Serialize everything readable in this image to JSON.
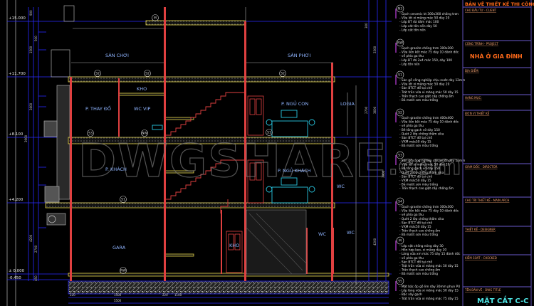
{
  "drawing": {
    "elevations": [
      "+15.000",
      "+11.700",
      "+8.100",
      "+4.200",
      "± 0.000",
      "-0.450"
    ],
    "rooms": {
      "san_choi": "SÂN CHƠI",
      "san_phoi": "SÂN PHƠI",
      "kho_top": "KHO",
      "p_thay_do": "P. THAY ĐỒ",
      "wc_vip": "WC VIP",
      "p_ngu_con": "P. NGỦ CON",
      "logia": "LOGIA",
      "p_khach": "P. KHÁCH",
      "p_ngu_khach": "P. NGỦ KHÁCH",
      "wc_mid": "WC",
      "gara": "GARA",
      "kho_bottom": "KHO",
      "wc_bottom_1": "WC",
      "wc_bottom_2": "WC"
    },
    "floor_tags": [
      "M",
      "S2",
      "S2",
      "S3",
      "NW",
      "S1",
      "S2",
      "S1",
      "NW"
    ],
    "dimensions_left": [
      "900",
      "500",
      "1500",
      "3600",
      "3900",
      "4200",
      "2700",
      "450"
    ],
    "dimensions_right": [
      "300",
      "2700",
      "3300",
      "3600",
      "3900",
      "4200"
    ],
    "dimensions_bottom": [
      "220",
      "1500",
      "5500",
      "1100",
      "220"
    ],
    "watermark": "DWGSHARE",
    "watermark_suffix": ".com"
  },
  "notes": [
    {
      "tag": "N3",
      "lines": [
        "Gạch ceramic kt 300x300 chống trơn",
        "Vữa lót xi măng mác 50 dày 20",
        "Lớp BT đá dăm mác 100",
        "Lớp cát tôn nền dày 50",
        "Lớp cát tôn nền"
      ]
    },
    {
      "tag": "NW",
      "lines": [
        "Gạch granite chống trơn 300x300",
        "Vữa liên kết mác 75 dày 10 đánh dốc",
        "về phía ga thu",
        "Lớp BT đá 2x4 mác 150, dày 100",
        "Lớp tôn nền"
      ]
    },
    {
      "tag": "S1",
      "lines": [
        "Sàn gỗ công nghiệp chịu nước dày 12mm",
        "Vữa lót xi măng mác 50 dày 20",
        "Sàn BTCT đổ tại chỗ",
        "Trát trần vữa xi măng mác 50 dày 15",
        "Trần thạch cao giật cấp chống ẩm",
        "Bả matit sơn màu trắng"
      ]
    },
    {
      "tag": "S2",
      "lines": [
        "Gạch granite chống trơn 400x400",
        "Vữa liên kết mác 75 dày 10 đánh dốc",
        "về phía ga thu",
        "Bê tông gạch vỡ dày 150",
        "Quét 2 lớp chống thấm sika",
        "Sàn BTCT đổ tại chỗ",
        "VXM mác50 dày 15",
        "Bả matit sơn màu trắng"
      ]
    },
    {
      "tag": "S3",
      "lines": [
        "Sàn gỗ công nghiệp chịu nước dày 12mm",
        "Vữa lót xi măng mác 50 dày 20",
        "Bê tông gạch vỡ dày 150",
        "Quét 2 lớp chống thấm sika",
        "Sàn BTCT đổ tại chỗ",
        "VXM mác50 dày 15",
        "Bả matit sơn màu trắng",
        "Trần thạch cao giật cấp chống ẩm"
      ]
    },
    {
      "tag": "S4",
      "lines": [
        "Gạch granite chống trơn 300x300",
        "Vữa liên kết mác 75 dày 10 đánh dốc",
        "về phía ga thu",
        "Quét 2 lớp chống thấm sika",
        "Sàn BTCT đổ tại chỗ",
        "VXM mác50 dày 15",
        "Trần thạch cao chống ẩm",
        "Bả matit sơn màu trắng"
      ]
    },
    {
      "tag": "M",
      "lines": [
        "Lớp vật chống nóng dày 30",
        "Hỗn hợp keo, xi măng dày 20",
        "Láng vữa xm mác 75 dày 15 đánh dốc",
        "về phía ga thu",
        "Sàn BTCT đổ tại chỗ",
        "Trát trần vữa xi măng mác 50 dày 15",
        "Trần thạch cao chống ẩm",
        "Bả matit sơn màu trắng"
      ]
    },
    {
      "tag": "S5",
      "lines": [
        "Mặt bậc ốp gỗ lim dày 30mm phun PU",
        "Lớp láng vữa xi măng mác 50 dày 15",
        "Bậc xây gạch",
        "Trát trần vữa xi măng mác 75 dày 15"
      ]
    }
  ],
  "title_block": {
    "header": "BẢN VẼ THIẾT KẾ THI CÔNG",
    "client_label": "CHỦ ĐẦU TƯ - CLIENT",
    "project_label": "CÔNG TRÌNH - PROJECT",
    "project_name": "NHÀ Ở GIA ĐÌNH",
    "location_label": "ĐỊA ĐIỂM:",
    "item_label": "HẠNG MỤC:",
    "designer_unit_label": "ĐƠN VỊ THIẾT KẾ",
    "director_label": "GIÁM ĐỐC - DIRECTOR",
    "main_arch_label": "CHỦ TRÌ THIẾT KẾ - MAIN ARCH",
    "designer_label": "THIẾT KẾ - DESIGNER",
    "checked_label": "KIỂM SOÁT - CHECKED",
    "dwg_title_label": "TÊN BẢN VẼ - DWG TITLE",
    "dwg_title": "MẶT CẮT C-C"
  },
  "colors": {
    "background": "#000000",
    "wall": "#e04040",
    "slab": "#e8d84a",
    "dimension": "#2a2aff",
    "furniture": "#27c6e0",
    "title_orange": "#ff6a1a",
    "dwg_title": "#4ee6e6"
  }
}
